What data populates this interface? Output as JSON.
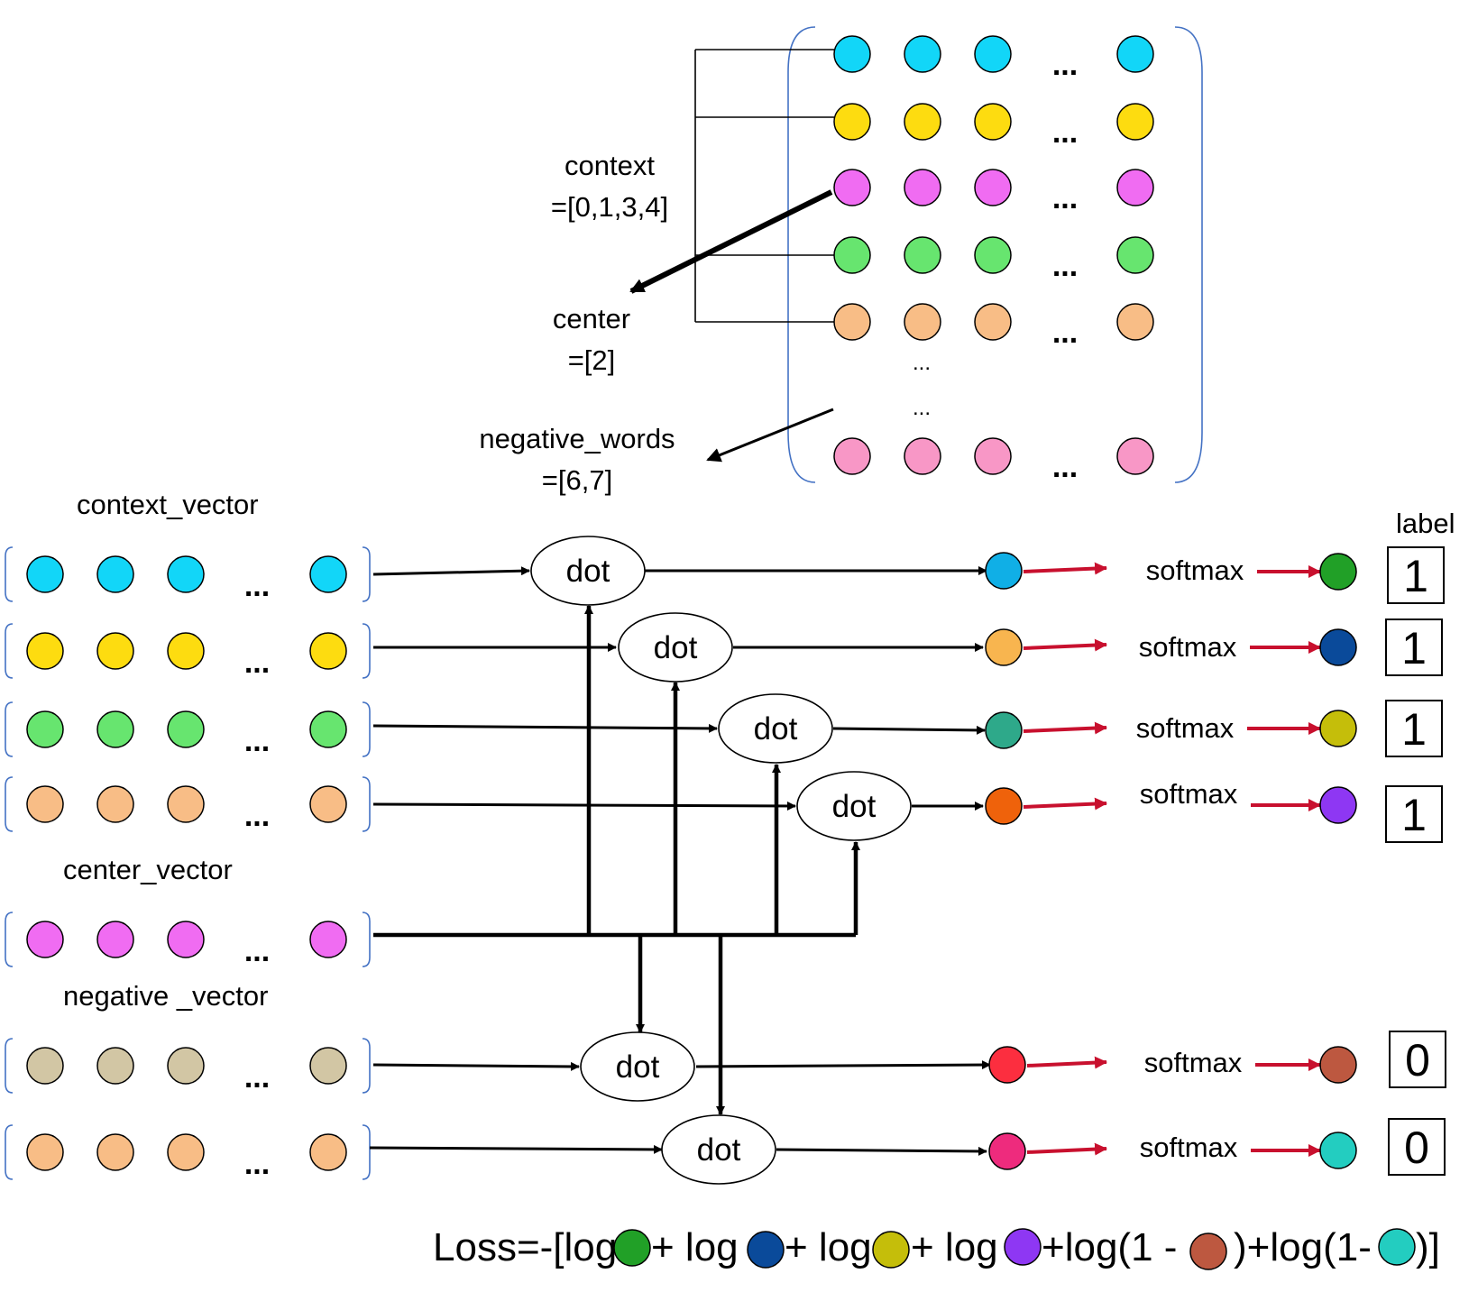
{
  "colors": {
    "cyan": "#12d6f8",
    "yellow": "#fddc10",
    "magenta": "#f06cf2",
    "green": "#67e56f",
    "peach": "#f8bd86",
    "pink": "#f897c6",
    "khaki": "#d2c6a4",
    "bracket": "#4472c4",
    "red_arrow": "#c8102e"
  },
  "matrix": {
    "ellipsis": "...",
    "gap_dots": [
      "...",
      "..."
    ]
  },
  "annotations": {
    "context_line1": "context",
    "context_line2": "=[0,1,3,4]",
    "center_line1": "center",
    "center_line2": "=[2]",
    "negative_line1": "negative_words",
    "negative_line2": "=[6,7]"
  },
  "vectors": {
    "context_label": "context_vector",
    "center_label": "center_vector",
    "negative_label": "negative _vector",
    "ellipsis": "..."
  },
  "dot_label": "dot",
  "softmax_label": "softmax",
  "label_header": "label",
  "rows": [
    {
      "output_color": "#10afe6",
      "result_color": "#21a027",
      "label": "1"
    },
    {
      "output_color": "#f8b54f",
      "result_color": "#0a4a9a",
      "label": "1"
    },
    {
      "output_color": "#2ea98a",
      "result_color": "#c5be0a",
      "label": "1"
    },
    {
      "output_color": "#ef620b",
      "result_color": "#8e37f3",
      "label": "1"
    },
    {
      "output_color": "#fc2e3f",
      "result_color": "#bd5840",
      "label": "0"
    },
    {
      "output_color": "#ee2b7d",
      "result_color": "#23cdc0",
      "label": "0"
    }
  ],
  "loss": {
    "prefix": "Loss=-[log",
    "plus_log": "+ log",
    "plus_log1m": "+log(1 -",
    "close_plus_log1m": ")+log(1-",
    "suffix": ")]"
  }
}
